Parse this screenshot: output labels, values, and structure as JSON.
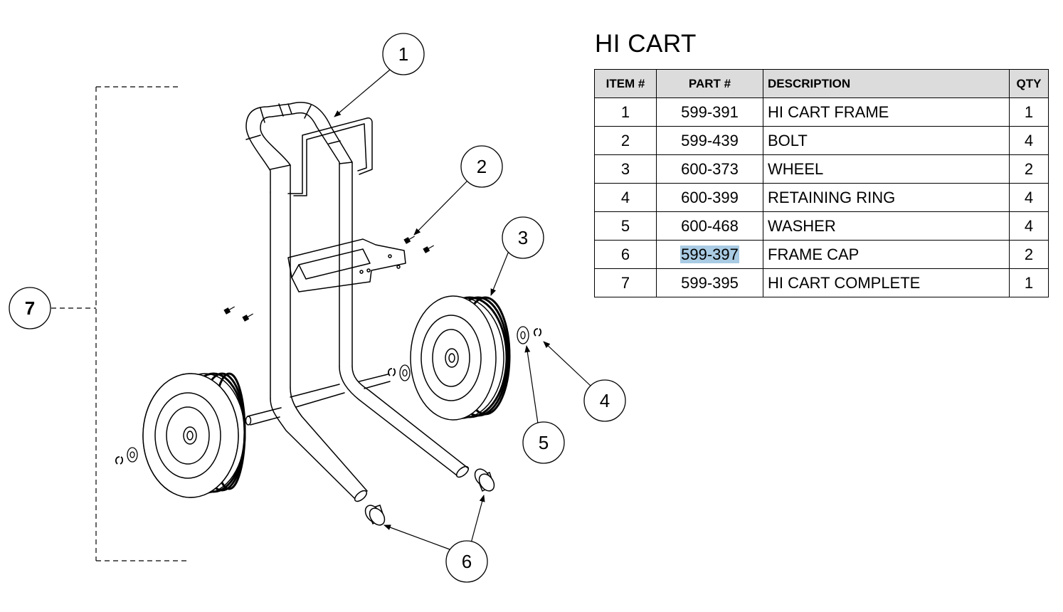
{
  "title": "HI CART",
  "table": {
    "headers": [
      "ITEM #",
      "PART #",
      "DESCRIPTION",
      "QTY"
    ],
    "rows": [
      {
        "item": "1",
        "part": "599-391",
        "description": "HI CART FRAME",
        "qty": "1"
      },
      {
        "item": "2",
        "part": "599-439",
        "description": "BOLT",
        "qty": "4"
      },
      {
        "item": "3",
        "part": "600-373",
        "description": "WHEEL",
        "qty": "2"
      },
      {
        "item": "4",
        "part": "600-399",
        "description": "RETAINING RING",
        "qty": "4"
      },
      {
        "item": "5",
        "part": "600-468",
        "description": "WASHER",
        "qty": "4"
      },
      {
        "item": "6",
        "part": "599-397",
        "description": "FRAME CAP",
        "qty": "2"
      },
      {
        "item": "7",
        "part": "599-395",
        "description": "HI CART COMPLETE",
        "qty": "1"
      }
    ],
    "highlighted_part": "599-397"
  },
  "callouts": {
    "c1": "1",
    "c2": "2",
    "c3": "3",
    "c4": "4",
    "c5": "5",
    "c6": "6",
    "c7": "7"
  },
  "colors": {
    "highlight": "#a9cbe3",
    "header_fill": "#dcdcdc",
    "line": "#000000"
  }
}
